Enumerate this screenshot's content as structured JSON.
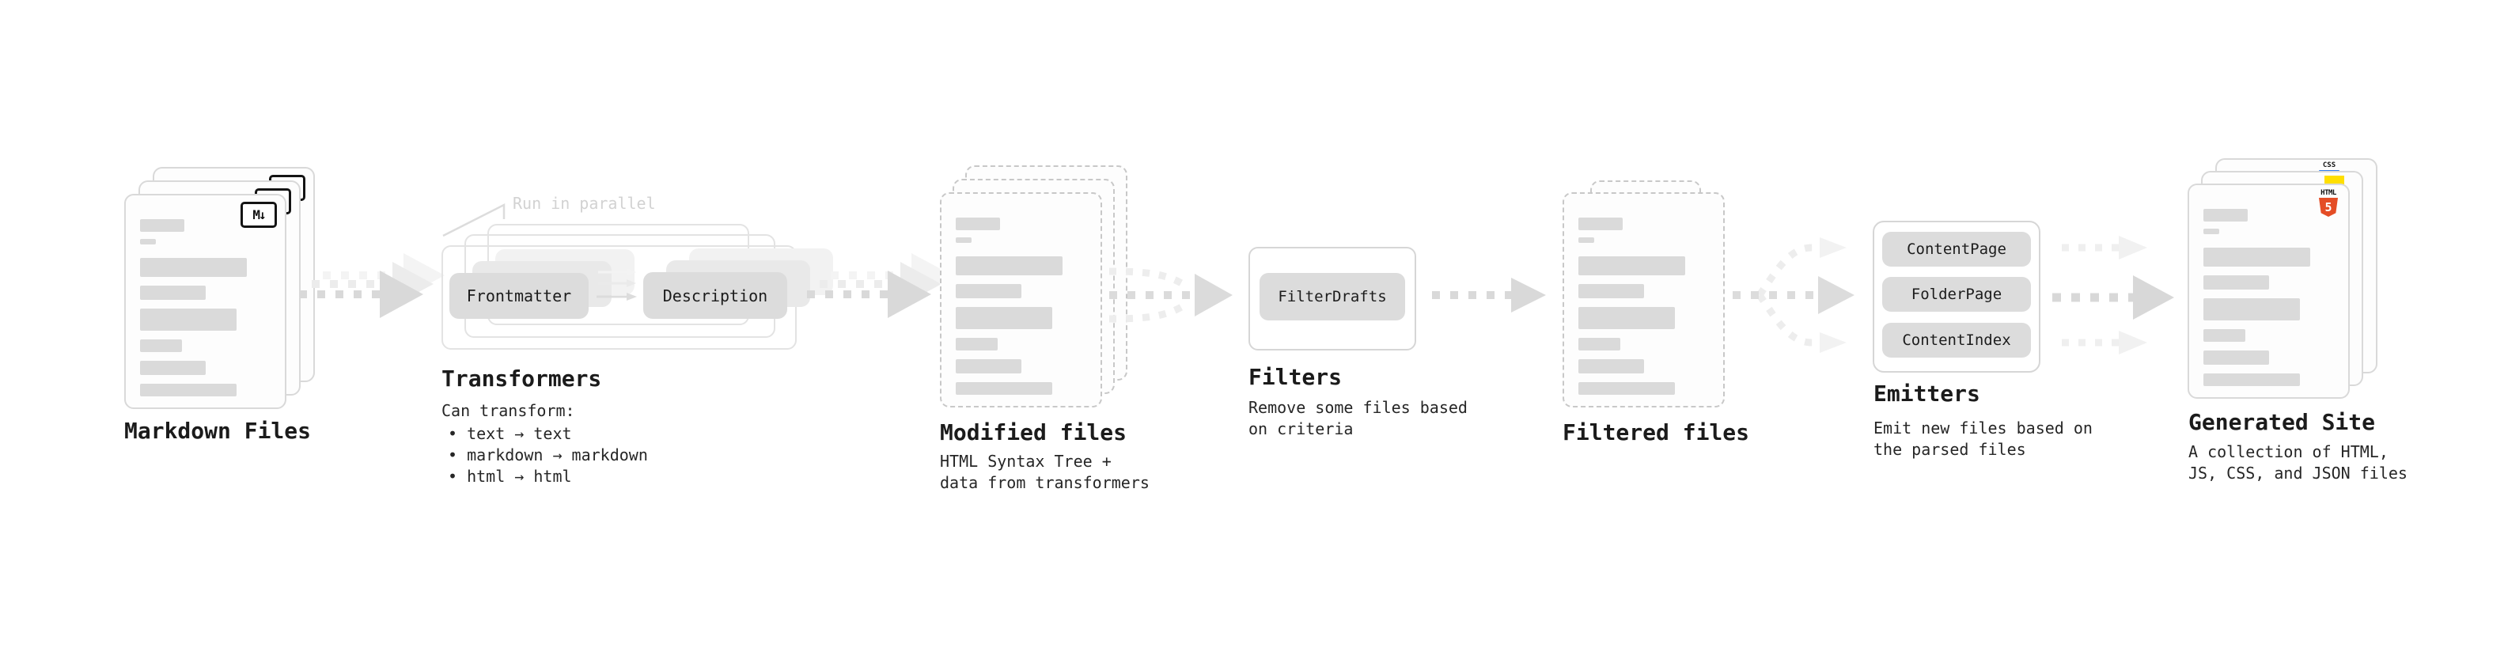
{
  "stages": {
    "markdown_files": {
      "title": "Markdown Files",
      "badge": "M↓"
    },
    "transformers": {
      "title": "Transformers",
      "note": "Run in parallel",
      "pill_frontmatter": "Frontmatter",
      "pill_description": "Description",
      "subtitle": "Can transform:",
      "bullet_1": "• text → text",
      "bullet_2": "• markdown → markdown",
      "bullet_3": "• html → html"
    },
    "modified_files": {
      "title": "Modified files",
      "subtitle": "HTML Syntax Tree +\ndata from transformers"
    },
    "filters": {
      "title": "Filters",
      "pill": "FilterDrafts",
      "subtitle": "Remove some files based\non criteria"
    },
    "filtered_files": {
      "title": "Filtered files"
    },
    "emitters": {
      "title": "Emitters",
      "pill_1": "ContentPage",
      "pill_2": "FolderPage",
      "pill_3": "ContentIndex",
      "subtitle": "Emit new files based on\nthe parsed files"
    },
    "generated_site": {
      "title": "Generated Site",
      "subtitle": "A collection of HTML,\nJS, CSS, and JSON files",
      "html5_label": "HTML",
      "html5_number": "5",
      "css_label": "CSS"
    }
  },
  "colors": {
    "html5_orange": "#e44d26",
    "js_yellow": "#ffdf00",
    "css_blue": "#2e7bf0",
    "text": "#1b1b1b",
    "muted_note": "#d2d2d2",
    "pill_bg": "#dcdcdc",
    "skeleton_bar": "#dadada",
    "arrow_gray": "#d9d9d9"
  }
}
